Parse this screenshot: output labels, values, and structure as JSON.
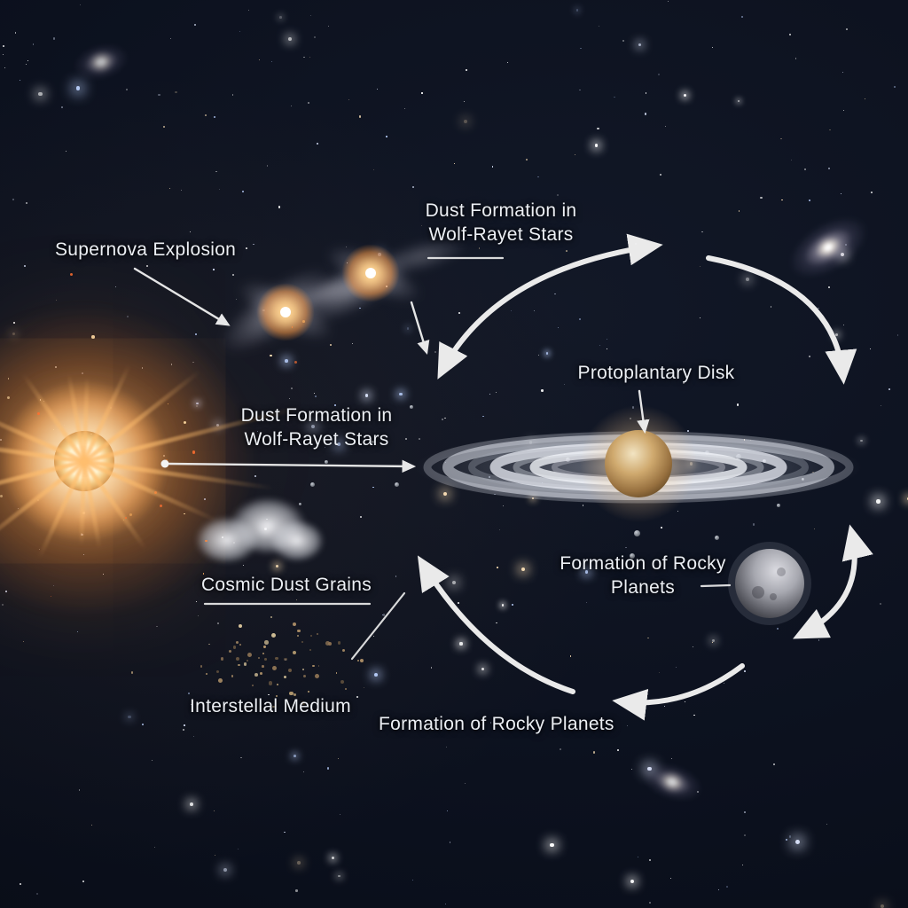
{
  "title": "Cosmic dust lifecycle diagram",
  "colors": {
    "background": "#0a0e18",
    "arrow": "#f3f3f3",
    "label_text": "#eceff4",
    "supernova_glow": "#ff9a3c",
    "disk_ring": "#dfe3ea",
    "planet_body": "#c9a86f",
    "rocky_planet": "#a0a0a8",
    "dust_grain": "#b89a6e"
  },
  "labels": {
    "supernova": "Supernova Explosion",
    "dust_formation_top": {
      "line1": "Dust Formation in",
      "line2": "Wolf-Rayet Stars"
    },
    "dust_formation_mid": {
      "line1": "Dust Formation in",
      "line2": "Wolf-Rayet Stars"
    },
    "protoplanetary_disk": "Protoplantary Disk",
    "cosmic_dust_grains": "Cosmic Dust Grains",
    "rocky_planets": {
      "line1": "Formation of Rocky",
      "line2": "Planets"
    },
    "interstellar_medium": "Interstellal Medium",
    "rocky_planets_bottom": "Formation of Rocky Planets"
  }
}
